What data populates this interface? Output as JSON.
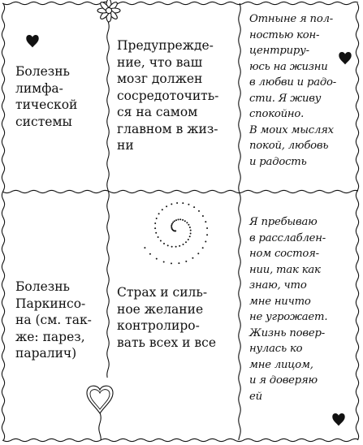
{
  "rows": [
    {
      "disease_lines": [
        "Болезнь",
        "лимфа-",
        "тической",
        "системы"
      ],
      "cause_lines": [
        "Предупрежде-",
        "ние, что ваш",
        "мозг должен",
        "сосредоточить-",
        "ся на самом",
        "главном в жиз-",
        "ни"
      ],
      "affirmation_lines": [
        "Отныне я пол-",
        "ностью кон-",
        "центриру-",
        "юсь на жизни",
        "в любви и радо-",
        "сти. Я живу",
        "спокойно.",
        "В моих мыслях",
        "покой, любовь",
        "и радость"
      ]
    },
    {
      "disease_lines": [
        "Болезнь",
        "Паркинсо-",
        "на (см. так-",
        "же: парез,",
        "паралич)"
      ],
      "cause_lines": [
        "Страх и силь-",
        "ное желание",
        "контролиро-",
        "вать всех и все"
      ],
      "affirmation_lines": [
        "Я пребываю",
        "в расслаблен-",
        "ном состоя-",
        "нии, так как",
        "знаю, что",
        "мне ничто",
        "не угрожает.",
        "Жизнь повер-",
        "нулась ко",
        "мне лицом,",
        "и я доверяю",
        "ей"
      ]
    }
  ],
  "icons": {
    "flower": "flower-icon",
    "heart": "heart-icon",
    "spiral": "dotted-spiral-icon"
  },
  "colors": {
    "ink": "#111111",
    "paper": "#ffffff"
  }
}
